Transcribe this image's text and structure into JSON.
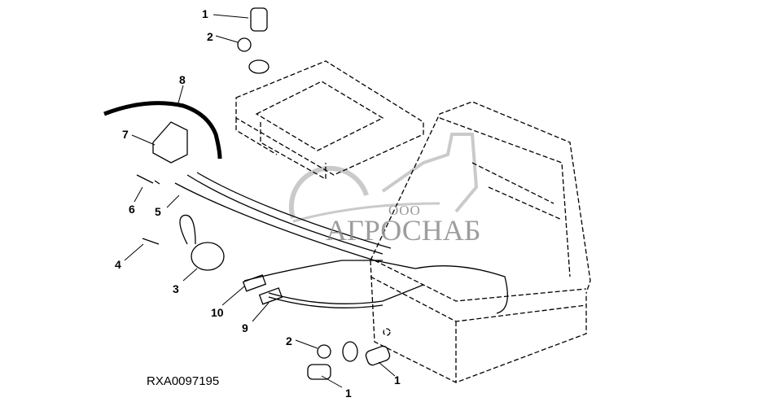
{
  "figure_id": "RXA0097195",
  "callouts": [
    "1",
    "2",
    "8",
    "7",
    "6",
    "5",
    "4",
    "3",
    "10",
    "9",
    "2",
    "1",
    "1"
  ],
  "watermark": {
    "prefix": "ООО",
    "name": "АГРОСНАБ"
  }
}
